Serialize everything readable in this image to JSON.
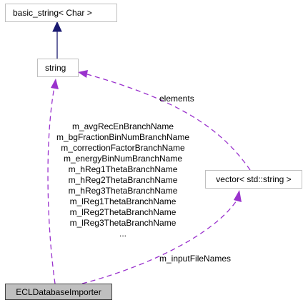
{
  "nodes": {
    "basic_string": "basic_string< Char >",
    "string": "string",
    "vector": "vector< std::string >",
    "ecl_importer": "ECLDatabaseImporter"
  },
  "edges": {
    "elements_label": "elements",
    "input_file_names_label": "m_inputFileNames",
    "members": [
      "m_avgRecEnBranchName",
      "m_bgFractionBinNumBranchName",
      "m_correctionFactorBranchName",
      "m_energyBinNumBranchName",
      "m_hReg1ThetaBranchName",
      "m_hReg2ThetaBranchName",
      "m_hReg3ThetaBranchName",
      "m_lReg1ThetaBranchName",
      "m_lReg2ThetaBranchName",
      "m_lReg3ThetaBranchName",
      "..."
    ]
  },
  "colors": {
    "inheritance_edge": "#191970",
    "usage_edge": "#9a32cd",
    "node_border": "#bfbfbf",
    "highlight_node_fill": "#bfbfbf"
  }
}
